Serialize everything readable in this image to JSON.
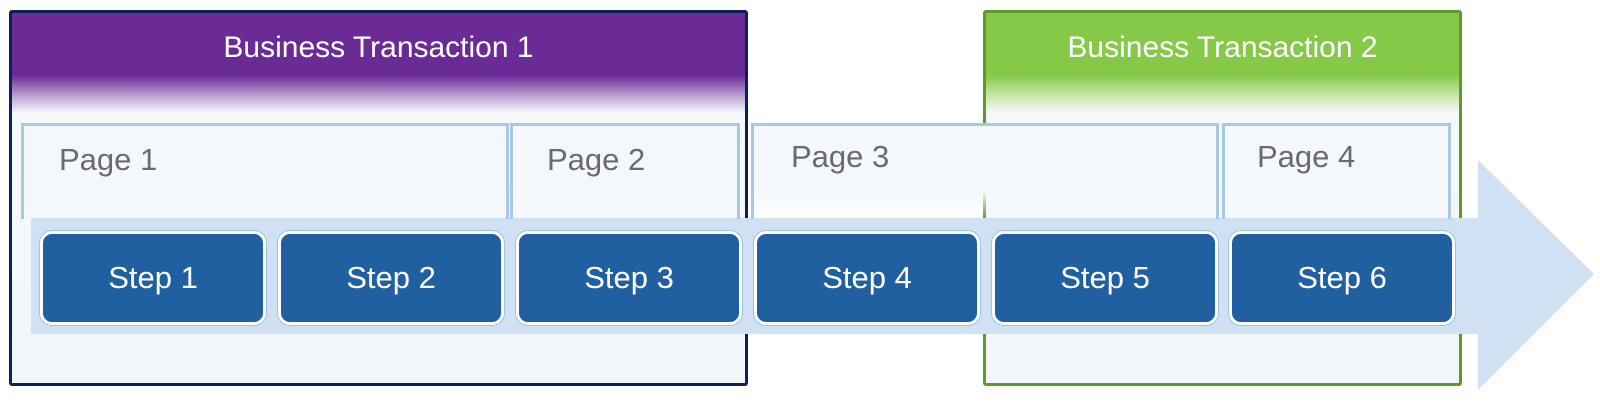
{
  "business_transactions": [
    {
      "title": "Business Transaction 1",
      "color": "#6a2b96"
    },
    {
      "title": "Business Transaction 2",
      "color": "#86c848"
    }
  ],
  "pages": [
    {
      "label": "Page 1"
    },
    {
      "label": "Page 2"
    },
    {
      "label": "Page 3"
    },
    {
      "label": "Page 4"
    }
  ],
  "steps": [
    {
      "label": "Step 1"
    },
    {
      "label": "Step 2"
    },
    {
      "label": "Step 3"
    },
    {
      "label": "Step 4"
    },
    {
      "label": "Step 5"
    },
    {
      "label": "Step 6"
    }
  ],
  "colors": {
    "step_fill": "#2160a0",
    "arrow_fill": "#cfe1f3",
    "page_border": "#a8c8e6"
  }
}
